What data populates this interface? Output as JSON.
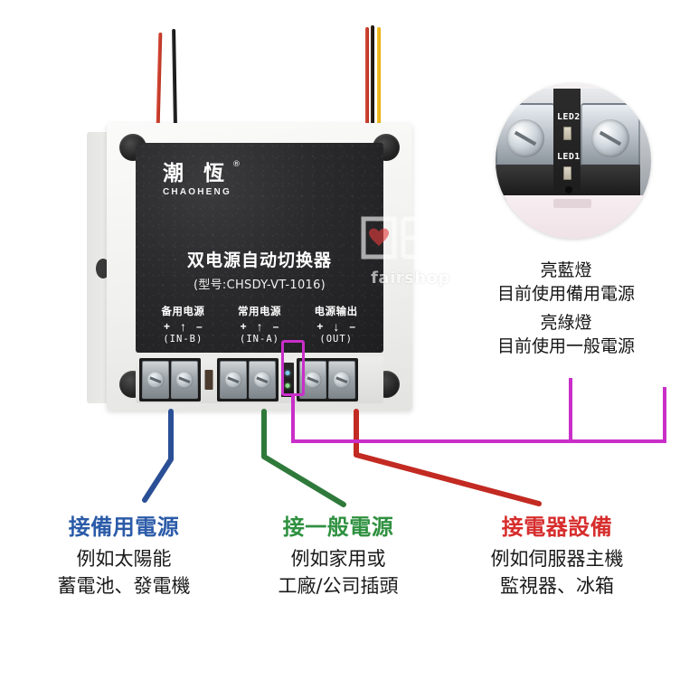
{
  "product": {
    "brand_cn": "潮 恆",
    "brand_reg": "®",
    "brand_en": "CHAOHENG",
    "title": "双电源自动切换器",
    "model": "(型号:CHSDY-VT-1016)"
  },
  "terminals": [
    {
      "name_cn": "备用电源",
      "plus": "+",
      "minus": "–",
      "arrow": "↑",
      "port": "(IN-B)"
    },
    {
      "name_cn": "常用电源",
      "plus": "+",
      "minus": "–",
      "arrow": "↑",
      "port": "(IN-A)"
    },
    {
      "name_cn": "电源输出",
      "plus": "+",
      "minus": "–",
      "arrow": "↓",
      "port": "(OUT)"
    }
  ],
  "inset": {
    "led2_label": "LED2",
    "led1_label": "LED1"
  },
  "led_status": {
    "blue_title": "亮藍燈",
    "blue_desc": "目前使用備用電源",
    "green_title": "亮綠燈",
    "green_desc": "目前使用一般電源"
  },
  "captions": [
    {
      "head": "接備用電源",
      "line1": "例如太陽能",
      "line2": "蓄電池、發電機",
      "color": "#2b5ba8"
    },
    {
      "head": "接一般電源",
      "line1": "例如家用或",
      "line2": "工廠/公司插頭",
      "color": "#2f9140"
    },
    {
      "head": "接電器設備",
      "line1": "例如伺服器主機",
      "line2": "監視器、冰箱",
      "color": "#d72d2d"
    }
  ],
  "watermark": {
    "text": "fairshop"
  },
  "colors": {
    "blue": "#2b5ba8",
    "green": "#2f9140",
    "red": "#d72d2d",
    "magenta": "#c92ec9",
    "leader_blue": "#2a4f96",
    "leader_green": "#2f7a3a",
    "leader_red": "#c22a22"
  }
}
